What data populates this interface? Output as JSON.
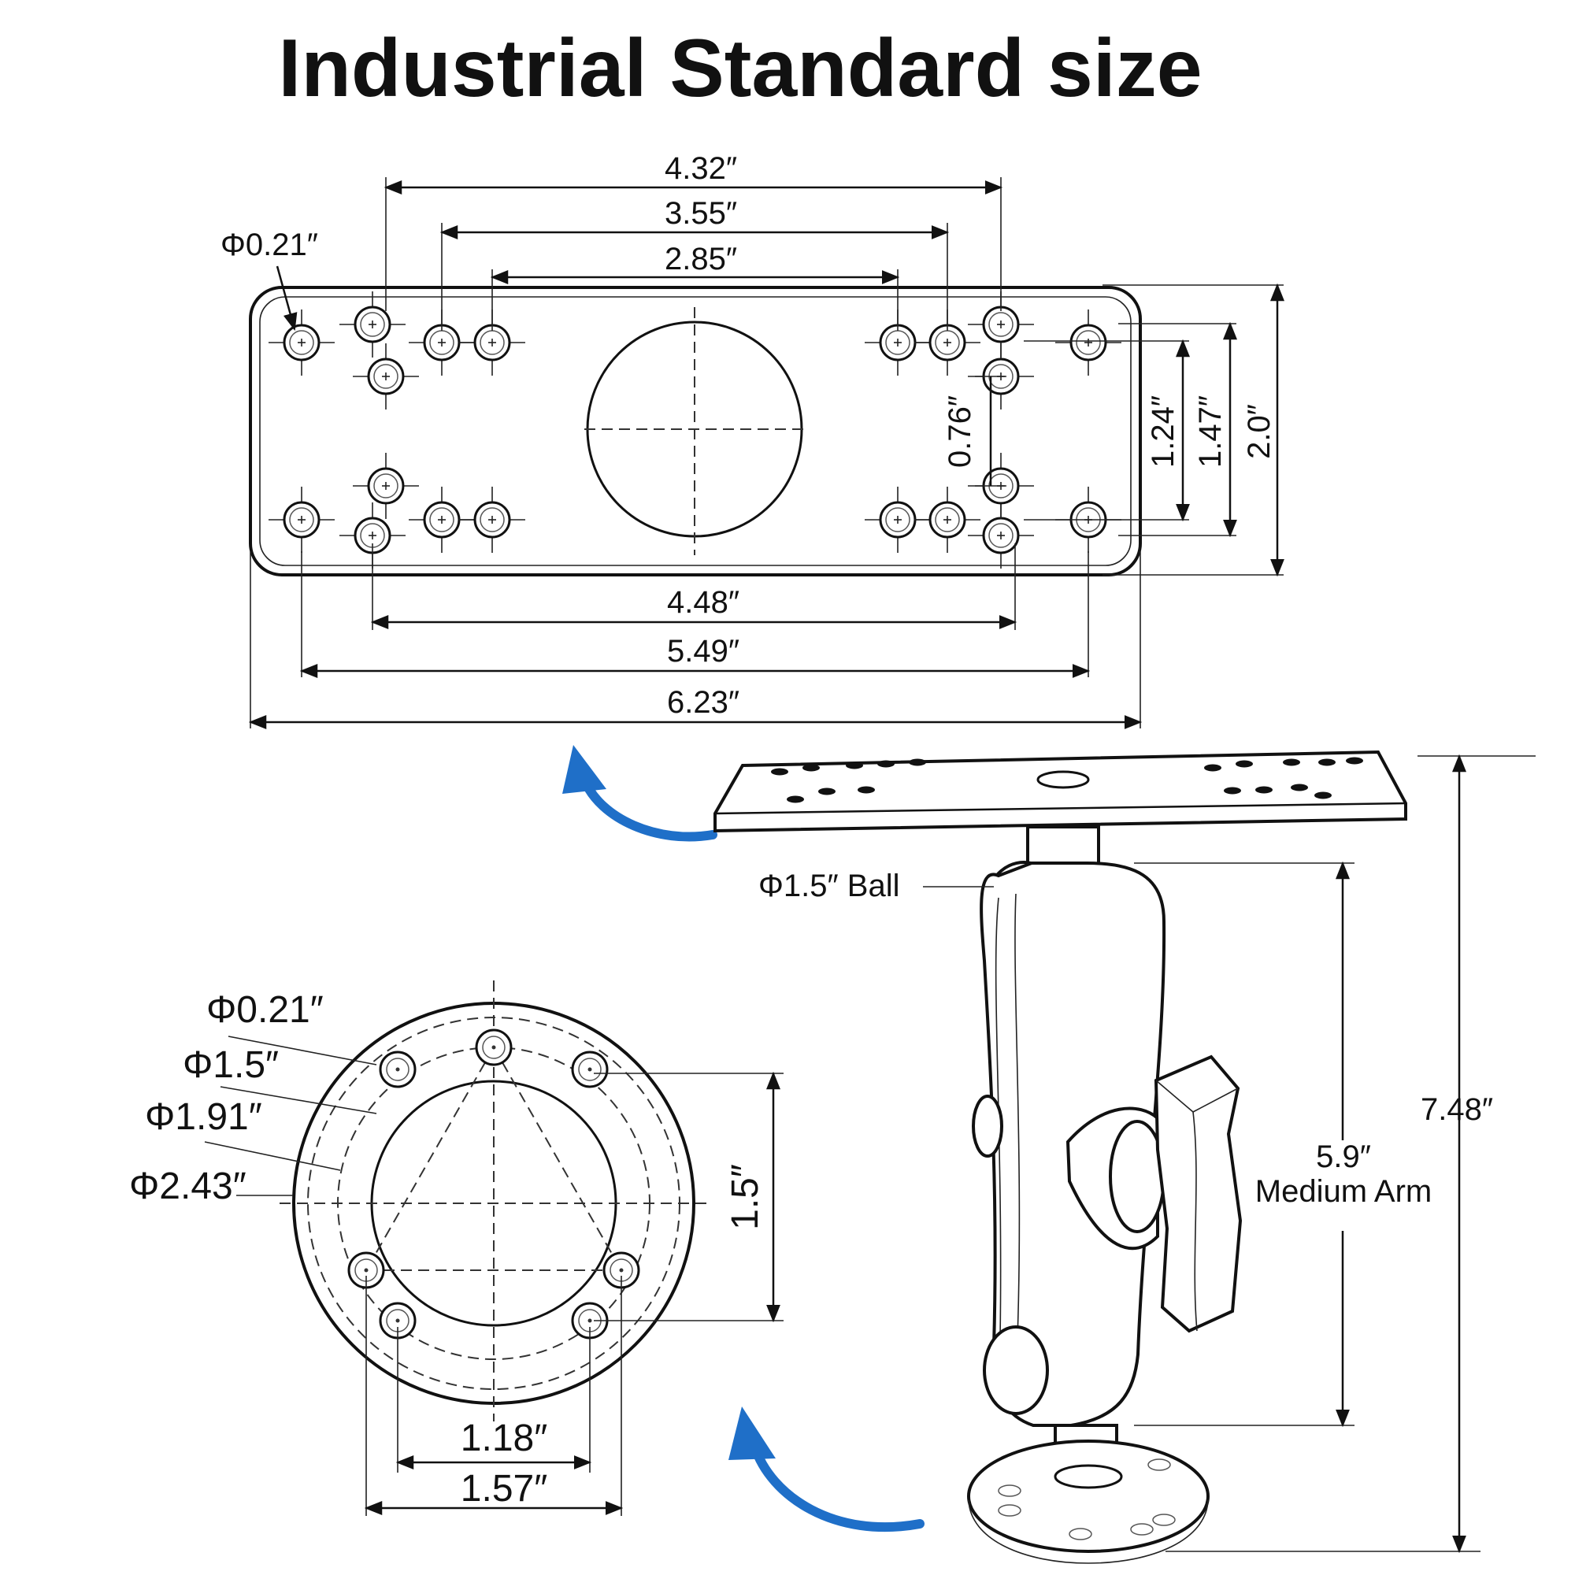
{
  "title": "Industrial Standard size",
  "colors": {
    "line": "#111111",
    "arrow": "#1f6fc8",
    "background": "#ffffff"
  },
  "top_plate": {
    "hole_dia": "Φ0.21″",
    "dims_top": [
      "4.32″",
      "3.55″",
      "2.85″"
    ],
    "dims_bottom": [
      "4.48″",
      "5.49″",
      "6.23″"
    ],
    "dims_right": [
      "0.76″",
      "1.24″",
      "1.47″",
      "2.0″"
    ]
  },
  "round_base": {
    "labels": [
      "Φ0.21″",
      "Φ1.5″",
      "Φ1.91″",
      "Φ2.43″"
    ],
    "dim_vertical": "1.5″",
    "dims_bottom": [
      "1.18″",
      "1.57″"
    ]
  },
  "mount": {
    "ball_label": "Φ1.5″ Ball",
    "arm_length": "5.9″",
    "arm_name": "Medium Arm",
    "total_height": "7.48″"
  },
  "icons": [
    "curved-arrow-icon",
    "curved-arrow-icon"
  ]
}
